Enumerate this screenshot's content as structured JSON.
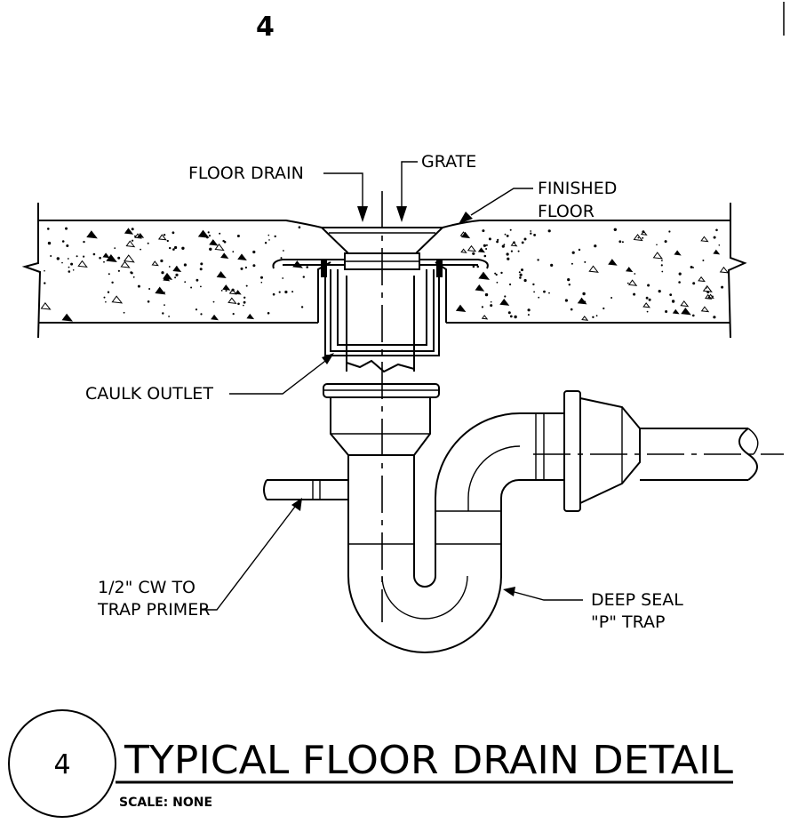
{
  "sheet": {
    "top_number": "4",
    "labels": {
      "floor_drain": "FLOOR DRAIN",
      "grate": "GRATE",
      "finished_floor_1": "FINISHED",
      "finished_floor_2": "FLOOR",
      "caulk_outlet": "CAULK OUTLET",
      "cw_1": "1/2\" CW TO",
      "cw_2": "TRAP PRIMER",
      "trap_1": "DEEP SEAL",
      "trap_2": "\"P\" TRAP"
    },
    "title_block": {
      "number": "4",
      "title": "TYPICAL FLOOR DRAIN DETAIL",
      "scale": "SCALE: NONE"
    }
  }
}
